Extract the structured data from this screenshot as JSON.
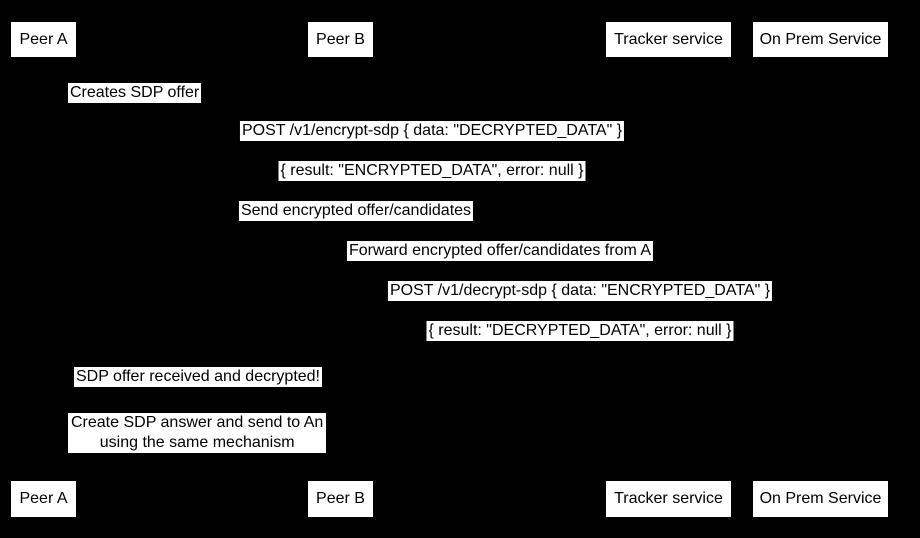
{
  "diagram": {
    "type": "sequence-diagram",
    "colors": {
      "background": "#000000",
      "label_box_fill": "#ffffff",
      "label_text": "#000000"
    },
    "participants": [
      {
        "label": "Peer A"
      },
      {
        "label": "Peer B"
      },
      {
        "label": "Tracker service"
      },
      {
        "label": "On Prem Service"
      }
    ],
    "messages": [
      {
        "text": "Creates SDP offer"
      },
      {
        "text": "POST /v1/encrypt-sdp { data: \"DECRYPTED_DATA\" }"
      },
      {
        "text": "{ result: \"ENCRYPTED_DATA\", error: null }"
      },
      {
        "text": "Send encrypted offer/candidates"
      },
      {
        "text": "Forward encrypted offer/candidates from A"
      },
      {
        "text": "POST /v1/decrypt-sdp { data: \"ENCRYPTED_DATA\" }"
      },
      {
        "text": "{ result: \"DECRYPTED_DATA\", error: null }"
      },
      {
        "text": "SDP offer received and decrypted!"
      }
    ],
    "note": {
      "line1": "Create SDP answer and send to An",
      "line2": "using the same mechanism"
    }
  }
}
